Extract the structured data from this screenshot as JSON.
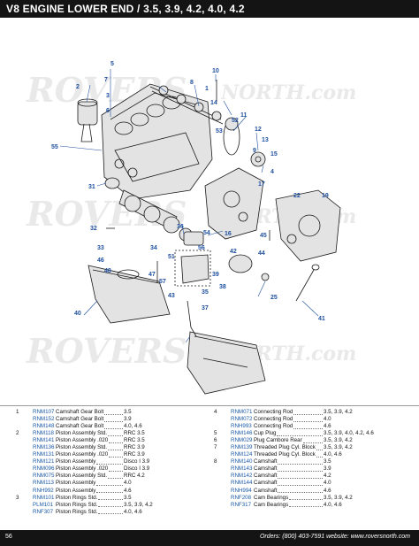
{
  "header": {
    "title": "V8 ENGINE LOWER END /  3.5, 3.9, 4.2, 4.0, 4.2"
  },
  "watermark": {
    "brand": "ROVERS",
    "domain": "NORTH.com"
  },
  "diagram": {
    "callouts": [
      "1",
      "2",
      "3",
      "4",
      "5",
      "6",
      "7",
      "8",
      "9",
      "10",
      "11",
      "12",
      "13",
      "14",
      "15",
      "16",
      "17",
      "19",
      "22",
      "25",
      "31",
      "32",
      "33",
      "34",
      "35",
      "36",
      "37",
      "38",
      "39",
      "40",
      "41",
      "42",
      "43",
      "44",
      "45",
      "46",
      "47",
      "48",
      "51",
      "52",
      "53",
      "54",
      "55",
      "56",
      "57"
    ]
  },
  "parts_left": [
    {
      "num": "1",
      "pn": "RNM107",
      "desc": "Camshaft Gear Bolt",
      "fit": "3.5"
    },
    {
      "num": "",
      "pn": "RNM152",
      "desc": "Camshaft Gear Bolt",
      "fit": "3.9"
    },
    {
      "num": "",
      "pn": "RNM148",
      "desc": "Camshaft Gear Bolt",
      "fit": "4.0, 4.6"
    },
    {
      "num": "2",
      "pn": "RNM118",
      "desc": "Piston Assembly Std.",
      "fit": "RRC 3.5"
    },
    {
      "num": "",
      "pn": "RNM141",
      "desc": "Piston Assembly .020",
      "fit": "RRC 3.5"
    },
    {
      "num": "",
      "pn": "RNM136",
      "desc": "Piston Assembly Std.",
      "fit": "RRC 3.9"
    },
    {
      "num": "",
      "pn": "RNM131",
      "desc": "Piston Assembly .020",
      "fit": "RRC 3.9"
    },
    {
      "num": "",
      "pn": "RNM121",
      "desc": "Piston Assembly",
      "fit": "Disco I 3.9"
    },
    {
      "num": "",
      "pn": "RNM096",
      "desc": "Piston Assembly .020",
      "fit": "Disco I 3.9"
    },
    {
      "num": "",
      "pn": "RNM075",
      "desc": "Piston Assembly Std.",
      "fit": "RRC 4.2"
    },
    {
      "num": "",
      "pn": "RNM113",
      "desc": "Piston Assembly",
      "fit": "4.0"
    },
    {
      "num": "",
      "pn": "RNH992",
      "desc": "Piston Assembly",
      "fit": "4.6"
    },
    {
      "num": "3",
      "pn": "RNM101",
      "desc": "Piston Rings Std.",
      "fit": "3.5"
    },
    {
      "num": "",
      "pn": "PLM101",
      "desc": "Piston Rings Std.",
      "fit": "3.5, 3.9, 4.2"
    },
    {
      "num": "",
      "pn": "RNF307",
      "desc": "Piston Rings Std.",
      "fit": "4.0, 4.6"
    }
  ],
  "parts_right": [
    {
      "num": "4",
      "pn": "RNM071",
      "desc": "Connecting Rod",
      "fit": "3.5, 3.9, 4.2"
    },
    {
      "num": "",
      "pn": "RNM072",
      "desc": "Connecting Rod",
      "fit": "4.0"
    },
    {
      "num": "",
      "pn": "RNH993",
      "desc": "Connecting Rod",
      "fit": "4.6"
    },
    {
      "num": "5",
      "pn": "RNM146",
      "desc": "Cup Plug",
      "fit": "3.5, 3.9, 4.0, 4.2, 4.6"
    },
    {
      "num": "6",
      "pn": "RNM029",
      "desc": "Plug Cambore Rear",
      "fit": "3.5, 3.9, 4.2"
    },
    {
      "num": "7",
      "pn": "RNM139",
      "desc": "Threaded Plug Cyl. Block",
      "fit": "3.5, 3.9, 4.2"
    },
    {
      "num": "",
      "pn": "RNM124",
      "desc": "Threaded Plug Cyl. Block",
      "fit": "4.0, 4.6"
    },
    {
      "num": "8",
      "pn": "RNM140",
      "desc": "Camshaft",
      "fit": "3.5"
    },
    {
      "num": "",
      "pn": "RNM143",
      "desc": "Camshaft",
      "fit": "3.9"
    },
    {
      "num": "",
      "pn": "RNM142",
      "desc": "Camshaft",
      "fit": "4.2"
    },
    {
      "num": "",
      "pn": "RNM144",
      "desc": "Camshaft",
      "fit": "4.0"
    },
    {
      "num": "",
      "pn": "RNH994",
      "desc": "Camshaft",
      "fit": "4.6"
    },
    {
      "num": "",
      "pn": "RNF208",
      "desc": "Cam Bearings",
      "fit": "3.5, 3.9, 4.2"
    },
    {
      "num": "",
      "pn": "RNF317",
      "desc": "Cam Bearings",
      "fit": "4.0, 4.6"
    }
  ],
  "footer": {
    "page": "56",
    "orders": "Orders: (800) 403-7591  website: www.roversnorth.com"
  },
  "colors": {
    "accent": "#1e4f9e",
    "part_number": "#1a5aa8",
    "bar": "#141414"
  }
}
